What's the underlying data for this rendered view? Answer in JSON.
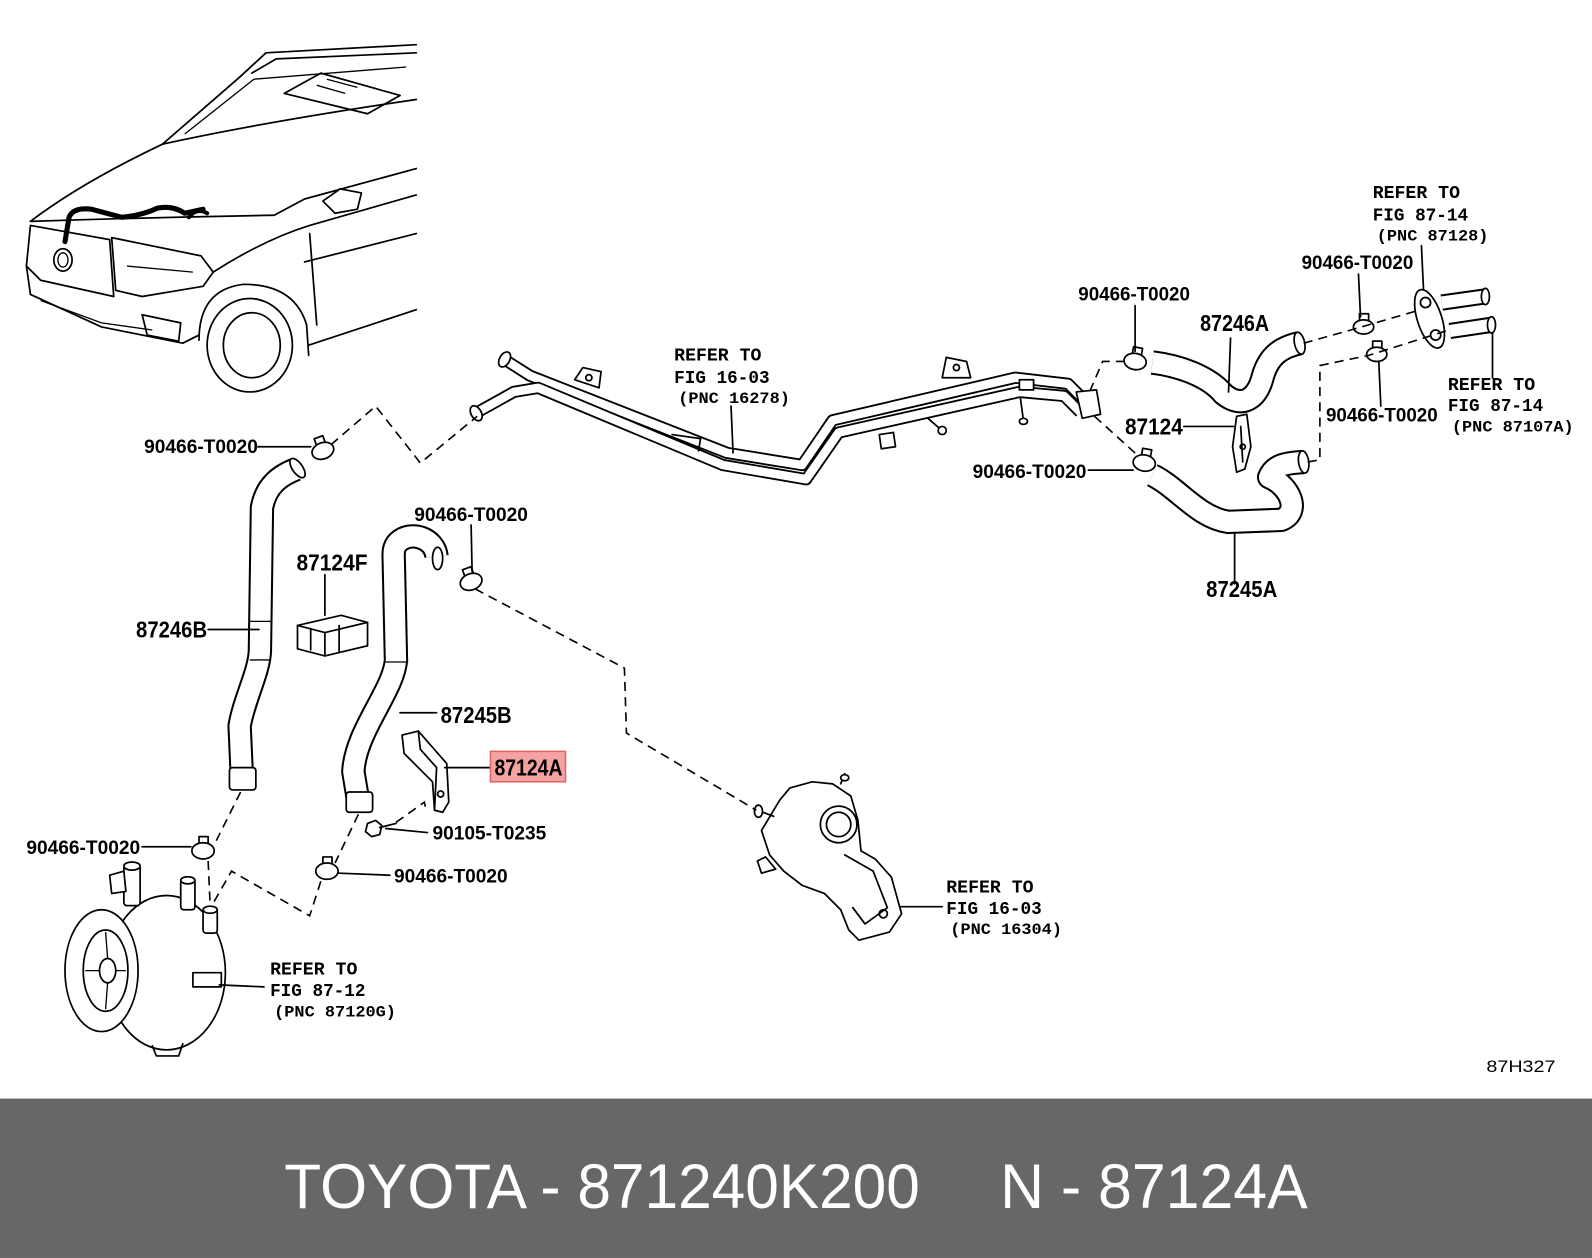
{
  "diagram": {
    "drawing_code": "87H327",
    "callouts": [
      "90466-T0020",
      "90466-T0020",
      "87246A",
      "90466-T0020",
      "87124",
      "90466-T0020",
      "90466-T0020",
      "90466-T0020",
      "87124F",
      "87245A",
      "87246B",
      "87245B",
      "87124A",
      "90105-T0235",
      "90466-T0020",
      "90466-T0020"
    ],
    "refer_notes": [
      {
        "line1": "REFER TO",
        "line2": "FIG 87-14",
        "line3": "(PNC 87128)"
      },
      {
        "line1": "REFER TO",
        "line2": "FIG 16-03",
        "line3": "(PNC 16278)"
      },
      {
        "line1": "REFER TO",
        "line2": "FIG 87-14",
        "line3": "(PNC 87107A)"
      },
      {
        "line1": "REFER TO",
        "line2": "FIG 16-03",
        "line3": "(PNC 16304)"
      },
      {
        "line1": "REFER TO",
        "line2": "FIG 87-12",
        "line3": "(PNC 87120G)"
      }
    ]
  },
  "footer": {
    "part_line": "TOYOTA - 871240K200",
    "pnc_line": "N - 87124A"
  },
  "colors": {
    "footer_bg": "#676767",
    "footer_text": "#ffffff",
    "highlight_fill": "#f4a2a2",
    "highlight_stroke": "#e06464"
  }
}
